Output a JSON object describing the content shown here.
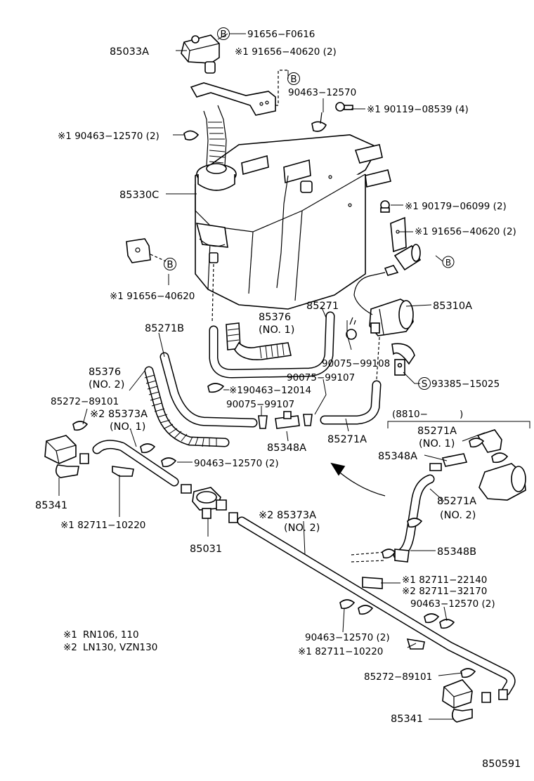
{
  "labels": {
    "b_top": "B",
    "p91656_F0616": "91656−F0616",
    "p85033A": "85033A",
    "p91656_40620_2": "※1 91656−40620 (2)",
    "b_mid": "B",
    "p90463_12570": "90463−12570",
    "p90119_08539": "※1   90119−08539 (4)",
    "p90463_12570_2_left": "※1  90463−12570 (2)",
    "p85330C": "85330C",
    "p90179_06099": "※1 90179−06099 (2)",
    "p91656_40620_2_right": "※1 91656−40620 (2)",
    "b_right": "B",
    "b_left": "B",
    "p91656_40620": "※1 91656−40620",
    "p85310A": "85310A",
    "p85376_1_a": "85376",
    "p85376_1_b": "(NO. 1)",
    "p85271": "85271",
    "p85271B": "85271B",
    "p90075_99108": "90075−99108",
    "p85376_2_a": "85376",
    "p85376_2_b": "(NO. 2)",
    "p90075_99107_a": "90075−99107",
    "p90463_12014": "※190463−12014",
    "p90075_99107_b": "90075−99107",
    "s_circle": "S",
    "p93385_15025": "93385−15025",
    "p85272_89101_a": "85272−89101",
    "p85373A_1_a": "※2 85373A",
    "p85373A_1_b": "(NO. 1)",
    "p8810": "(8810−",
    "p8810_close": ")",
    "p85271A_1_a": "85271A",
    "p85271A_1_b": "(NO. 1)",
    "p85348A_left": "85348A",
    "p85271A": "85271A",
    "p85348A_right": "85348A",
    "p90463_12570_2_mid": "90463−12570 (2)",
    "p85341_a": "85341",
    "p85271A_2_a": "85271A",
    "p85271A_2_b": "(NO. 2)",
    "p82711_10220_a": "※1  82711−10220",
    "p85373A_2_a": "※2 85373A",
    "p85373A_2_b": "(NO. 2)",
    "p85031": "85031",
    "p85348B": "85348B",
    "p82711_22140": "※1 82711−22140",
    "p82711_32170": "※2 82711−32170",
    "p90463_12570_2_right": "90463−12570 (2)",
    "note1_mark": "※1",
    "note1_text": "RN106, 110",
    "note2_mark": "※2",
    "note2_text": "LN130, VZN130",
    "p90463_12570_2_bottom": "90463−12570 (2)",
    "p82711_10220_b": "※1 82711−10220",
    "p85272_89101_b": "85272−89101",
    "p85341_b": "85341",
    "diagram_code": "850591"
  }
}
